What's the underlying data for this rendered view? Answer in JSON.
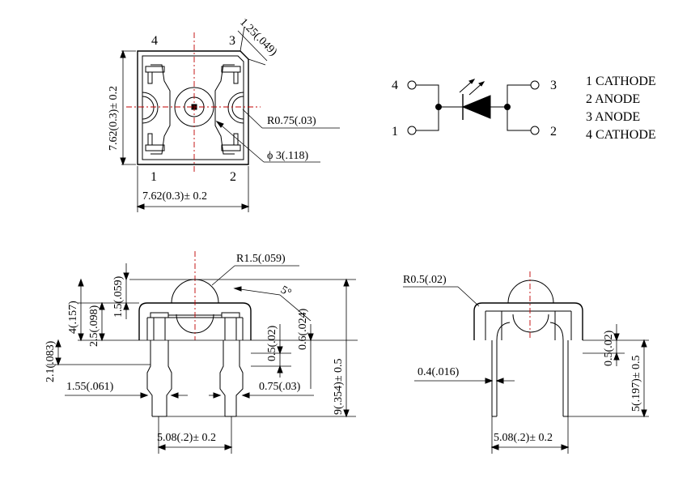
{
  "top_view": {
    "pin_4": "4",
    "pin_3": "3",
    "pin_1": "1",
    "pin_2": "2",
    "dim_chamfer": "1.25(.049)",
    "dim_height": "7.62(0.3)± 0.2",
    "dim_width": "7.62(0.3)± 0.2",
    "dim_radius": "R0.75(.03)",
    "dim_diameter": "ϕ 3(.118)"
  },
  "schematic": {
    "pin_4": "4",
    "pin_1": "1",
    "pin_3": "3",
    "pin_2": "2",
    "legend": [
      "1 CATHODE",
      "2 ANODE",
      "3 ANODE",
      "4 CATHODE"
    ]
  },
  "side_view": {
    "dim_lens_radius": "R1.5(.059)",
    "dim_angle": "5°",
    "dim_4": "4(.157)",
    "dim_1_5": "1.5(.059)",
    "dim_2_5": "2.5(.098)",
    "dim_0_5": "0.5(.02)",
    "dim_0_6": "0.6(.024)",
    "dim_9": "9(.354)± 0.5",
    "dim_2_1": "2.1(.083)",
    "dim_1_55": "1.55(.061)",
    "dim_0_75": "0.75(.03)",
    "dim_5_08": "5.08(.2)± 0.2"
  },
  "front_view": {
    "dim_radius": "R0.5(.02)",
    "dim_0_4": "0.4(.016)",
    "dim_0_5": "0.5(.02)",
    "dim_5": "5(.197)± 0.5",
    "dim_5_08": "5.08(.2)± 0.2"
  }
}
